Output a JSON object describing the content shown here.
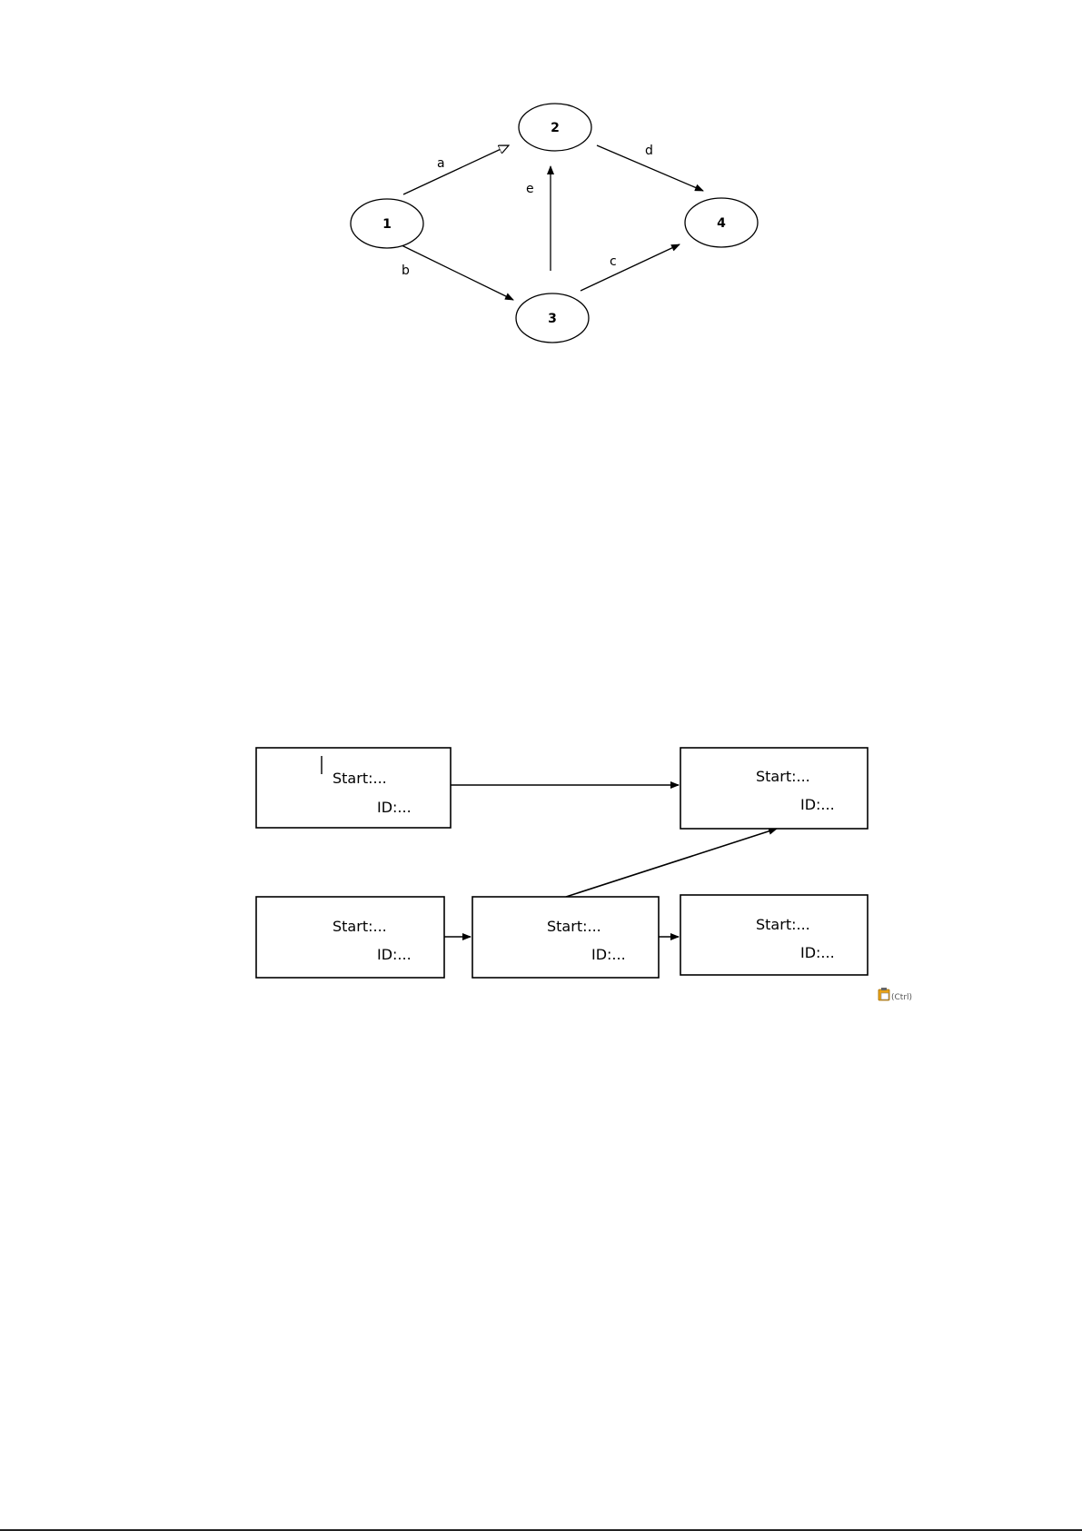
{
  "colors": {
    "stroke": "#000000",
    "background": "#ffffff",
    "accent": "#e8a317"
  },
  "network": {
    "nodes": [
      {
        "id": "n1",
        "label": "1"
      },
      {
        "id": "n2",
        "label": "2"
      },
      {
        "id": "n3",
        "label": "3"
      },
      {
        "id": "n4",
        "label": "4"
      }
    ],
    "edges": [
      {
        "id": "ea",
        "from": "n1",
        "to": "n2",
        "label": "a"
      },
      {
        "id": "eb",
        "from": "n1",
        "to": "n3",
        "label": "b"
      },
      {
        "id": "ec",
        "from": "n3",
        "to": "n4",
        "label": "c"
      },
      {
        "id": "ed",
        "from": "n2",
        "to": "n4",
        "label": "d"
      },
      {
        "id": "ee",
        "from": "n3",
        "to": "n2",
        "label": "e"
      }
    ]
  },
  "flow": {
    "boxes": [
      {
        "id": "b1",
        "start": "Start:...",
        "id_text": "ID:..."
      },
      {
        "id": "b2",
        "start": "Start:...",
        "id_text": "ID:..."
      },
      {
        "id": "b3",
        "start": "Start:...",
        "id_text": "ID:..."
      },
      {
        "id": "b4",
        "start": "Start:...",
        "id_text": "ID:..."
      },
      {
        "id": "b5",
        "start": "Start:...",
        "id_text": "ID:..."
      }
    ],
    "edges": [
      {
        "from": "b1",
        "to": "b2"
      },
      {
        "from": "b3",
        "to": "b4"
      },
      {
        "from": "b4",
        "to": "b5"
      },
      {
        "from": "b4",
        "to": "b2"
      }
    ]
  },
  "paste_icon": {
    "icon": "paste-options-icon",
    "text": "(Ctrl)"
  }
}
